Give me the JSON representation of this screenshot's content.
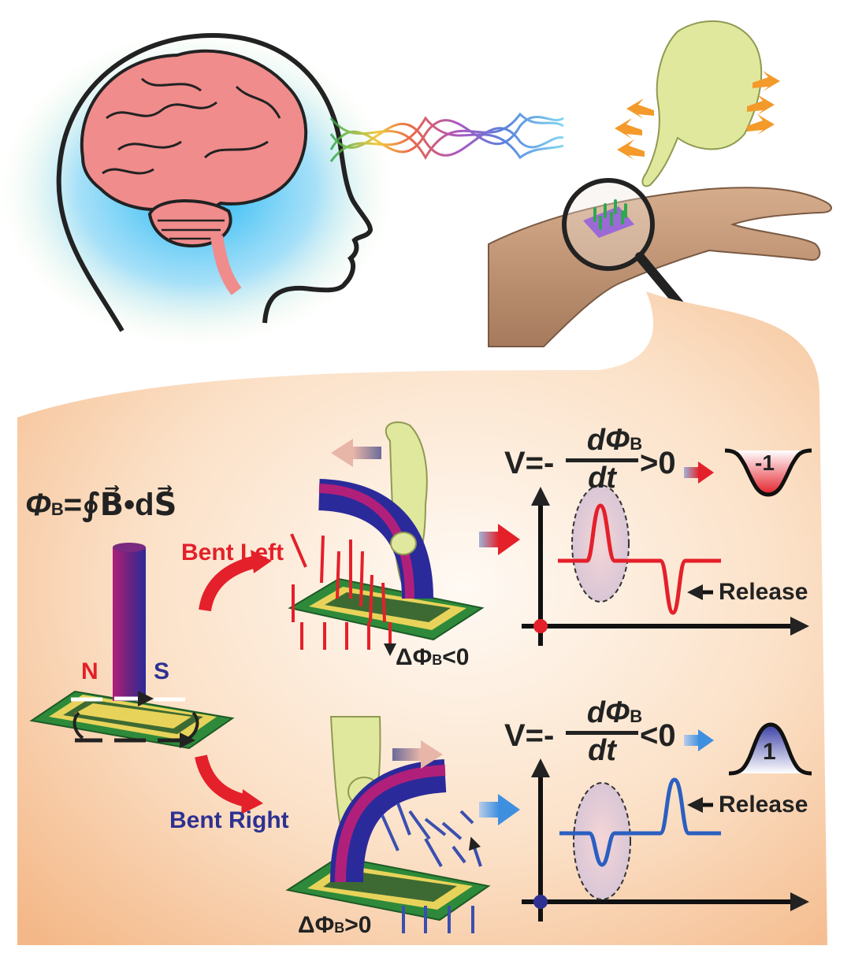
{
  "flux_definition": {
    "lhs": "Φ",
    "lhs_sub": "B",
    "rhs": "=∮B⃗•dS⃗"
  },
  "magnet": {
    "north": "N",
    "south": "S"
  },
  "bend_left": {
    "label": "Bent Left",
    "flux_change": "ΔΦ",
    "flux_change_sub": "B",
    "flux_change_rel": "<0",
    "eq_prefix": "V=-",
    "eq_num": "dΦ",
    "eq_num_sub": "B",
    "eq_den": "dt",
    "eq_sign": ">0",
    "pulse_value": "-1",
    "release": "Release"
  },
  "bend_right": {
    "label": "Bent Right",
    "flux_change": "ΔΦ",
    "flux_change_sub": "B",
    "flux_change_rel": ">0",
    "eq_prefix": "V=-",
    "eq_num": "dΦ",
    "eq_num_sub": "B",
    "eq_den": "dt",
    "eq_sign": "<0",
    "pulse_value": "1",
    "release": "Release"
  },
  "colors": {
    "red": "#e4202a",
    "blue": "#2e3192",
    "panel": "#f7c9a0",
    "skin": "#c99c7c",
    "glove": "#dfe89a"
  }
}
